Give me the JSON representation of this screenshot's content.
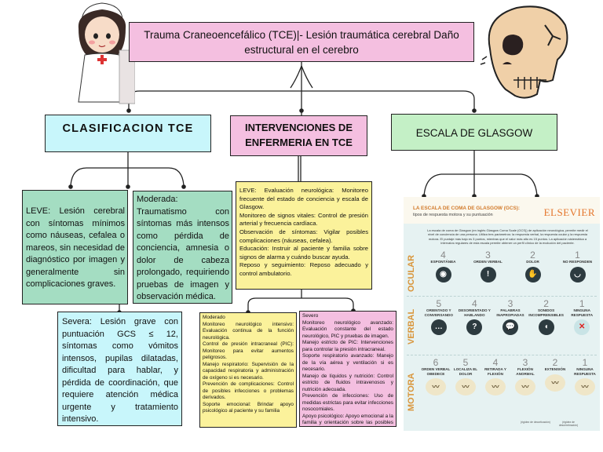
{
  "title": "Trauma Craneoencefálico (TCE)|- Lesión traumática cerebral  Daño estructural en el cerebro",
  "clasificacion": {
    "heading": "CLASIFICACION TCE",
    "leve": "LEVE: Lesión cerebral con síntomas mínimos como náuseas, cefalea o mareos, sin necesidad de diagnóstico por imagen y generalmente sin complicaciones graves.",
    "moderada": "Moderada: Traumatismo con síntomas más intensos como pérdida de conciencia, amnesia o dolor de cabeza prolongado, requiriendo pruebas de imagen y observación médica.",
    "severa": "Severa: Lesión grave con puntuación GCS ≤ 12, síntomas como vómitos intensos, pupilas dilatadas, dificultad para hablar, y pérdida de coordinación, que requiere atención médica urgente y tratamiento intensivo."
  },
  "intervenciones": {
    "heading": "INTERVENCIONES DE ENFERMERIA EN TCE",
    "leve": [
      "LEVE: Evaluación neurológica: Monitoreo frecuente del estado de conciencia y escala de Glasgow.",
      "Monitoreo de signos vitales: Control de presión arterial y frecuencia cardíaca.",
      "Observación de síntomas: Vigilar posibles complicaciones (náuseas, cefalea).",
      "Educación: Instruir al paciente y familia sobre signos de alarma y cuándo buscar ayuda.",
      "Reposo y seguimiento: Reposo adecuado y control ambulatorio."
    ],
    "moderado": [
      "Moderado",
      "Monitoreo neurológico intensivo: Evaluación continua de la función neurológica.",
      "Control de presión intracraneal (PIC): Monitoreo para evitar aumentos peligrosos.",
      "Manejo respiratorio: Supervisión de la capacidad respiratoria y administración de oxígeno si es necesario.",
      "Prevención de complicaciones: Control de posibles infecciones o problemas derivados.",
      "Soporte emocional: Brindar apoyo psicológico al paciente y su familia"
    ],
    "severo": [
      "Severo",
      "Monitoreo neurológico avanzado: Evaluación constante del estado neurológico, PIC y pruebas de imagen.",
      "Manejo estricto de PIC: Intervenciones para controlar la presión intracraneal.",
      "Soporte respiratorio avanzado: Manejo de la vía aérea y ventilación si es necesario.",
      "Manejo de líquidos y nutrición: Control estricto de fluidos intravenosos y nutrición adecuada.",
      "Prevención de infecciones: Uso de medidas estrictas para evitar infecciones nosocomiales.",
      "Apoyo psicológico: Apoyo emocional a la familia y orientación sobre las posibles secuelas."
    ]
  },
  "glasgow": {
    "heading": "ESCALA DE GLASGOW",
    "infographic": {
      "title": "LA ESCALA DE COMA DE GLASGOW (GCS):",
      "subtitle": "tipos de respuesta motora y su puntuación",
      "publisher": "ELSEVIER",
      "intro": "La escala de coma de Glasgow (en inglés Glasgow Coma Scale (GCS)) de aplicación neurológica, permite medir el nivel de conciencia de una persona. Utiliza tres parámetros: la respuesta verbal, la respuesta ocular y la respuesta motora. El puntaje más bajo es 3 puntos, mientras que el valor más alto es 15 puntos. La aplicación sistemática a intervalos regulares de esta escala permite obtener un perfil clínico de la evolución del paciente.",
      "sections": [
        {
          "name": "OCULAR",
          "items": [
            {
              "score": "4",
              "label": "ESPONTÁNEA",
              "icon": "open-eye"
            },
            {
              "score": "3",
              "label": "ORDEN VERBAL",
              "icon": "exclamation"
            },
            {
              "score": "2",
              "label": "DOLOR",
              "icon": "hand"
            },
            {
              "score": "1",
              "label": "NO RESPONDEN",
              "icon": "closed-eye"
            }
          ]
        },
        {
          "name": "VERBAL",
          "items": [
            {
              "score": "5",
              "label": "ORIENTADO Y CONVERSANDO",
              "icon": "speech"
            },
            {
              "score": "4",
              "label": "DESORIENTADO Y HABLANDO",
              "icon": "question"
            },
            {
              "score": "3",
              "label": "PALABRAS INAPROPIADAS",
              "icon": "speech-bubble"
            },
            {
              "score": "2",
              "label": "SONIDOS INCOMPRENSIBLES",
              "icon": "ear"
            },
            {
              "score": "1",
              "label": "NINGUNA RESPUESTA",
              "icon": "no-speech"
            }
          ]
        },
        {
          "name": "MOTORA",
          "items": [
            {
              "score": "6",
              "label": "ORDEN VERBAL OBEDECE",
              "icon": "figure"
            },
            {
              "score": "5",
              "label": "LOCALIZA EL DOLOR",
              "icon": "figure"
            },
            {
              "score": "4",
              "label": "RETIRADA Y FLEXIÓN",
              "icon": "figure"
            },
            {
              "score": "3",
              "label": "FLEXIÓN ANORMAL",
              "icon": "figure"
            },
            {
              "score": "2",
              "label": "EXTENSIÓN",
              "icon": "figure"
            },
            {
              "score": "1",
              "label": "NINGUNA RESPUESTA",
              "icon": "figure"
            }
          ]
        }
      ],
      "notes": [
        "(rigidez de decorticación)",
        "(rigidez de descerebración)"
      ]
    }
  },
  "colors": {
    "pink": "#f4bfe0",
    "cyan": "#c8f6fb",
    "green": "#c4f0c6",
    "teal": "#a4ddc2",
    "yellow": "#fbf29b",
    "accent": "#d9953a"
  }
}
